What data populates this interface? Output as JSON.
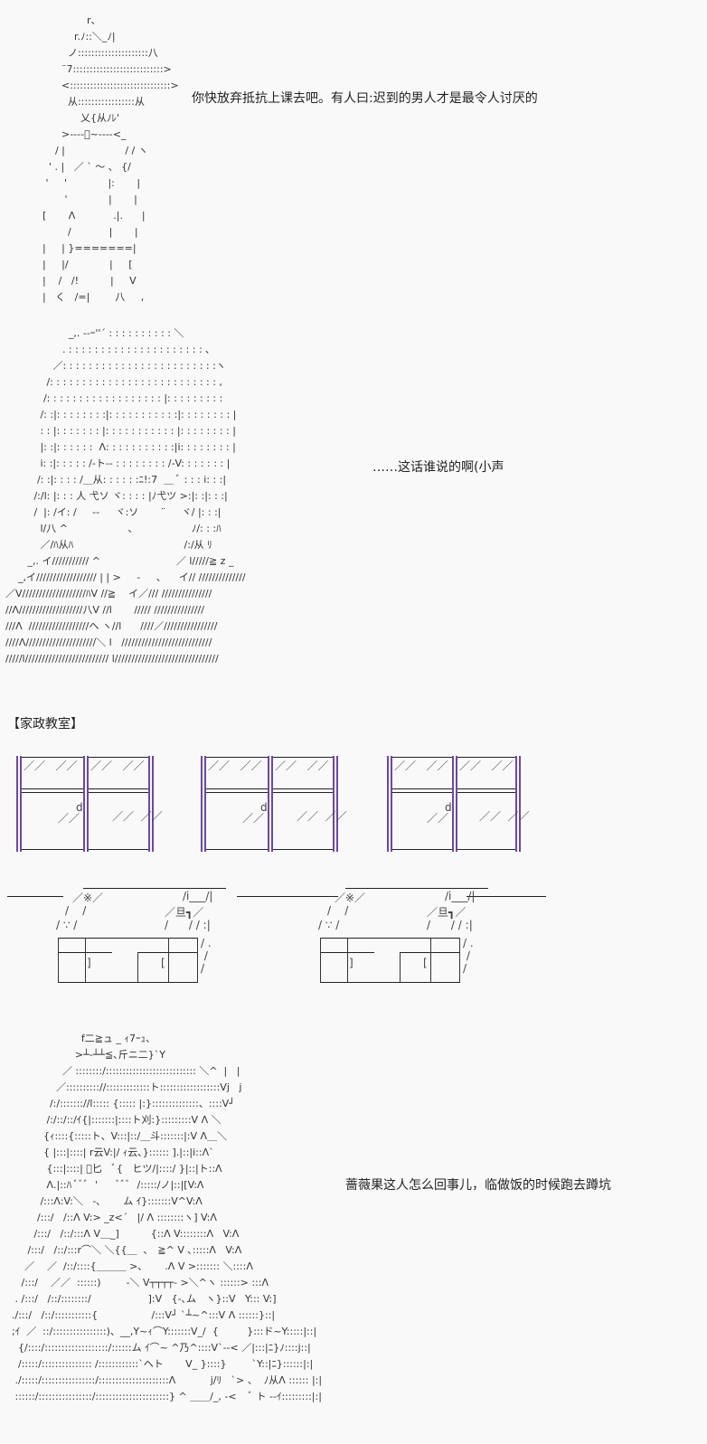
{
  "scene1": {
    "figure_lines": [
      "                r、",
      "            r.ﾉ::＼_ﾉ|",
      "          ノ:::::::::::::::::::::八",
      "        ¨7:::::::::::::::::::::::::::>",
      "        <::::::::::::::::::::::::::::::>",
      "          从:::::::::::::::::从",
      "              乂{从ﾉﾚ'",
      "        >--‐‐ﾞ~‐‐--<_",
      "      / |                   / / ヽ",
      "    ' . |   ／ ` ～ 、 {/",
      "   '     '             |:       |",
      "         '             |       |",
      "  [       Λ            .|.      |",
      "          /            |       |",
      "  |     | }=======|",
      "  |     |/             |     [",
      "  |    /   /!          |     V",
      "  |   く   /=|        八     ,"
    ],
    "speech": "你快放弃抵抗上课去吧。有人曰:迟到的男人才是最令人讨厌的"
  },
  "scene2": {
    "figure_lines": [
      "                    _,. ‐‐ｰ''´ : : : : : : : : : : ＼",
      "                  . : : : : : : : : : : : : : : : : : : : : : ､",
      "               ／: : : : : : : : : : : : : : : : : : : : : : : :ヽ",
      "             /: : : : : : : : : : : : : : : : : : : : : : : : : : ,",
      "            /: : : : : : : : : : : : : : : : : : |: : : : : : : : :",
      "           /: :|: : : : : : : :|: : : : : : : : : : :|: : : : : : : : |",
      "           : : |: : : : : : : |: : : : : : : : : : : |: : : : : : : : |",
      "           |: :|: : : : : :  Λ: : : : : : : : : : :|i: : : : : : : : |",
      "           i: :|: : : : : /‐ト‐‐ : : : : : : : : /‐V: : : : : : : |",
      "          /: :|: : : : /＿从: : : : : :ﾆ!:7  ＿ ﾞ : : : i: : :|",
      "         /:/l: |: : : 人 弋ソ ヾ: : : : |ﾉ弋ツ >:|: :|: : :|",
      "         /  |: /イ: /     ‐‐     ヾ:ソ       ¨     ヾ/ |: : :|",
      "           l/八 ^                   、                 ﾉ/: : :ﾊ",
      "           ／/ﾊ从ﾊ                                   /:/从 ﾘ",
      "       _,. イ/////////// ^                        ／ l/////≧ z _",
      "    _,イ////////////////// | | >     ‐     、    イ// //////////////",
      "／V///////////////////ﾊV //≧    イ／/// ///////////////",
      "//Λ///////////////////八V //l       ///// ///////////////",
      "///Λ  //////////////////ヘ ヽ//l      ////／////////////////",
      "////Λ/////////////////////＼ l   ///////////////////////////",
      "/////l///////////////////////// l///////////////////////////////"
    ],
    "speech": "……这话谁说的啊(小声"
  },
  "scene3": {
    "label": "【家政教室】",
    "windows": [
      {
        "glass_top": "／／   ／／",
        "handle": "d"
      },
      {
        "glass_top": "／／   ／／",
        "handle": "d"
      },
      {
        "glass_top": "／／   ／／",
        "handle": "d"
      }
    ],
    "cabinet_top_symbols": [
      "／※／",
      "／旦┓／"
    ],
    "cabinet_marks": [
      ":∵:",
      "]",
      "[",
      "~"
    ]
  },
  "scene4": {
    "figure_lines": [
      "                        f二≧ュ _ ｨ7ｰｭ、",
      "                      >┴‐┴┴≦､斤ニ二}`Y",
      "                  ／ ::::::::/::::::::::::::::::::::::::: ＼^  |   |",
      "                ／:::::::::://:::::::::::::ト::::::::::::::::::Vj   j",
      "              /:/::::::://l::::: {::::: |:}::::::::::::::、::::V┘",
      "             /:/::/::/ｲ{|:::::::|::::ト刈:}:::::::::V Λ ＼",
      "            {ｨ::::{:::::ト、V:::|::/＿斗:::::::|:V Λ＿＼",
      "            { |:::|::::| r云V:|/ ｨ云､}:::::: ].|::|i::Λ`",
      "             {:::|::::| ﾞ匕   ﾞ{   ヒツ/|::::/ }|::|ト::Λ",
      "             Λ.|::ﾊ ﾞﾞﾞ  '      ﾞﾞﾞ  /:::::/ノ|::|[V:Λ",
      "           /:::Λ:V:＼   ‐､       ム ｲ}:::::::V^V:Λ",
      "          /:::/   /::Λ V:> _z<´   |/ Λ ::::::::ヽ] V:Λ",
      "         /:::/   /::/:::Λ V＿_]          {::Λ V::::::::Λ   V:Λ",
      "       /:::/   /::/:::r⌒＼ ＼{{＿  ､   ≧^ V ､:::::Λ   V:Λ",
      "      ／    ／  /::/::::{＿＿＿ >､       .Λ V >::::::: ＼::::Λ",
      "     /:::/    ／／  ::::::)        ‐＼ V┬┬┬┬‐ >＼^ヽ ::::::> :::Λ",
      "   . /:::/   /::/::::::::/                  ]:V   {‐､ム   ヽ}::V   Y::: V:]",
      "  ./:::/   /::/:::::::::::{                 /:::V┘ `┴~^:::V Λ ::::::}::|",
      "  ;ｲ  ／  ::/::::::::::::::::)、__,Y~ｨ⌒Y:::::::V_/  {         }:::ド~Y:::::|::|",
      "    {/::::/:::::::::::::::::::/::::::ム ｲ⌒~ ^乃^::::V`‐‐< ／|:::|ﾆ}ﾉ::::j::|",
      "    /:::::/::::::::::::::: /::::::::::::`ヘト       V_ }::::}        `Y::|ﾆ}::::::|:|",
      "   ./:::::/::::::::::::::::/:::::::::::::::::::::Λ           j/ﾘ   `> 、  ﾉ从Λ :::::: |:|",
      "   ::::::/::::::::::::::::/::::::::::::::::::::::} ^ ＿＿/_, -<    ﾞ ト ‐‐ｲ:::::::::|:|"
    ],
    "speech": "蔷薇果这人怎么回事儿，临做饭的时候跑去蹲坑"
  }
}
